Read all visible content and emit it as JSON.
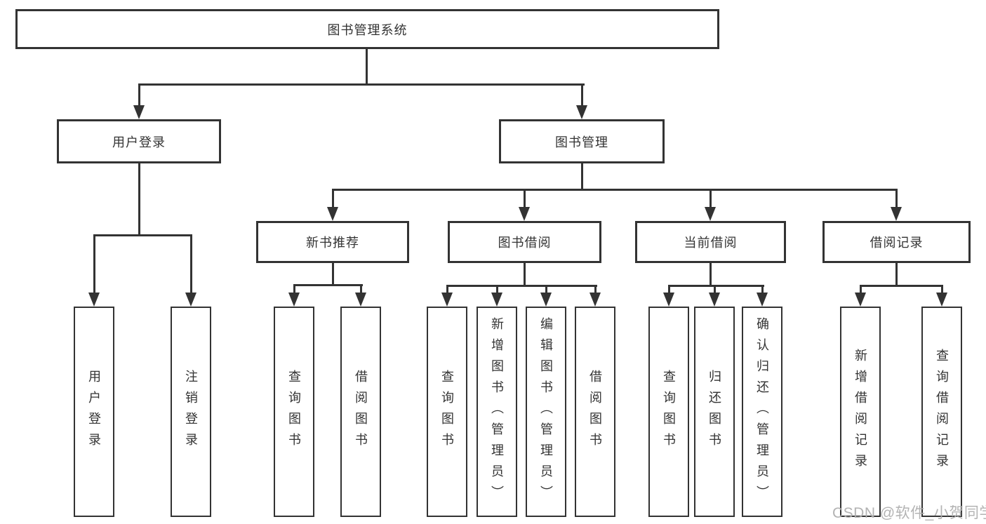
{
  "diagram": {
    "root": {
      "id": "library-management-system",
      "label": "图书管理系统"
    },
    "level2": [
      {
        "id": "user-login-module",
        "label": "用户登录",
        "parent": "library-management-system"
      },
      {
        "id": "book-management-module",
        "label": "图书管理",
        "parent": "library-management-system"
      }
    ],
    "level3": [
      {
        "id": "new-book-recommend",
        "label": "新书推荐",
        "parent": "book-management-module"
      },
      {
        "id": "book-borrowing",
        "label": "图书借阅",
        "parent": "book-management-module"
      },
      {
        "id": "current-borrowing",
        "label": "当前借阅",
        "parent": "book-management-module"
      },
      {
        "id": "borrowing-records",
        "label": "借阅记录",
        "parent": "book-management-module"
      }
    ],
    "level4": [
      {
        "label": "用户登录",
        "parent": "user-login-module"
      },
      {
        "label": "注销登录",
        "parent": "user-login-module"
      },
      {
        "label": "查询图书",
        "parent": "new-book-recommend"
      },
      {
        "label": "借阅图书",
        "parent": "new-book-recommend"
      },
      {
        "label": "查询图书",
        "parent": "book-borrowing"
      },
      {
        "label": "新增图书（管理员）",
        "parent": "book-borrowing"
      },
      {
        "label": "编辑图书（管理员）",
        "parent": "book-borrowing"
      },
      {
        "label": "借阅图书",
        "parent": "book-borrowing"
      },
      {
        "label": "查询图书",
        "parent": "current-borrowing"
      },
      {
        "label": "归还图书",
        "parent": "current-borrowing"
      },
      {
        "label": "确认归还（管理员）",
        "parent": "current-borrowing"
      },
      {
        "label": "新增借阅记录",
        "parent": "borrowing-records"
      },
      {
        "label": "查询借阅记录",
        "parent": "borrowing-records"
      }
    ],
    "colors": {
      "line": "#333333",
      "box_border": "#333333",
      "box_fill": "#ffffff",
      "text": "#333333",
      "watermark_text": "#afafaf"
    }
  },
  "watermark": {
    "text": "CSDN @软件_小贺同学"
  }
}
